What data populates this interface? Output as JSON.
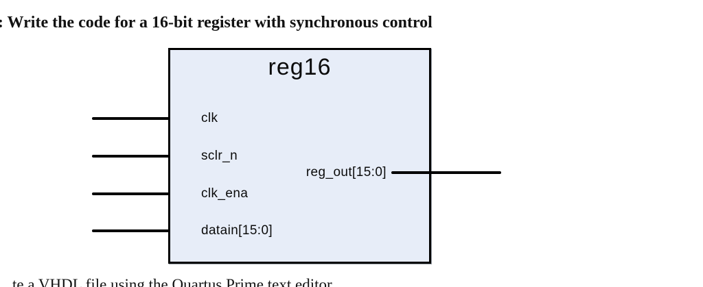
{
  "document": {
    "heading": ": Write the code for a 16-bit register with synchronous control",
    "footer_fragment": "te a VHDL file using the Quartus Prime text editor"
  },
  "diagram": {
    "block_name": "reg16",
    "inputs": [
      {
        "label": "clk"
      },
      {
        "label": "sclr_n"
      },
      {
        "label": "clk_ena"
      },
      {
        "label": "datain[15:0]"
      }
    ],
    "outputs": [
      {
        "label": "reg_out[15:0]"
      }
    ],
    "colors": {
      "block_fill": "#e7edf8",
      "block_border": "#000000",
      "wire": "#000000"
    }
  }
}
